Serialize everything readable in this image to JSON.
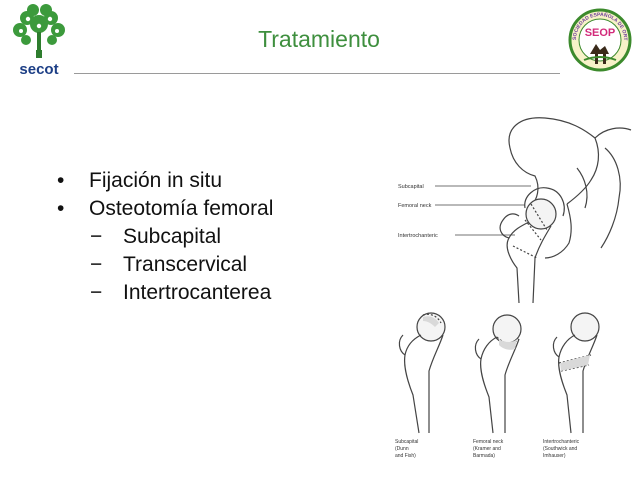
{
  "slide": {
    "title": "Tratamiento",
    "logo_left_text": "secot",
    "logo_right_text": "SEOP",
    "logo_right_arc": "SOCIEDAD ESPAÑOLA DE ORTOPEDIA PEDIÁTRICA"
  },
  "bullets": [
    {
      "marker": "•",
      "text": "Fijación in situ"
    },
    {
      "marker": "•",
      "text": "Osteotomía femoral"
    }
  ],
  "subbullets": [
    {
      "marker": "−",
      "text": "Subcapital"
    },
    {
      "marker": "−",
      "text": "Transcervical"
    },
    {
      "marker": "−",
      "text": "Intertrocanterea"
    }
  ],
  "figure": {
    "top_labels": [
      "Subcapital",
      "Femoral neck",
      "Intertrochanteric"
    ],
    "captions": [
      [
        "Subcapital",
        "(Dunn",
        "and Fish)"
      ],
      [
        "Femoral neck",
        "(Kramer and",
        "Barmada)"
      ],
      [
        "Intertrochanteric",
        "(Southwick and",
        "Imhauser)"
      ]
    ]
  }
}
